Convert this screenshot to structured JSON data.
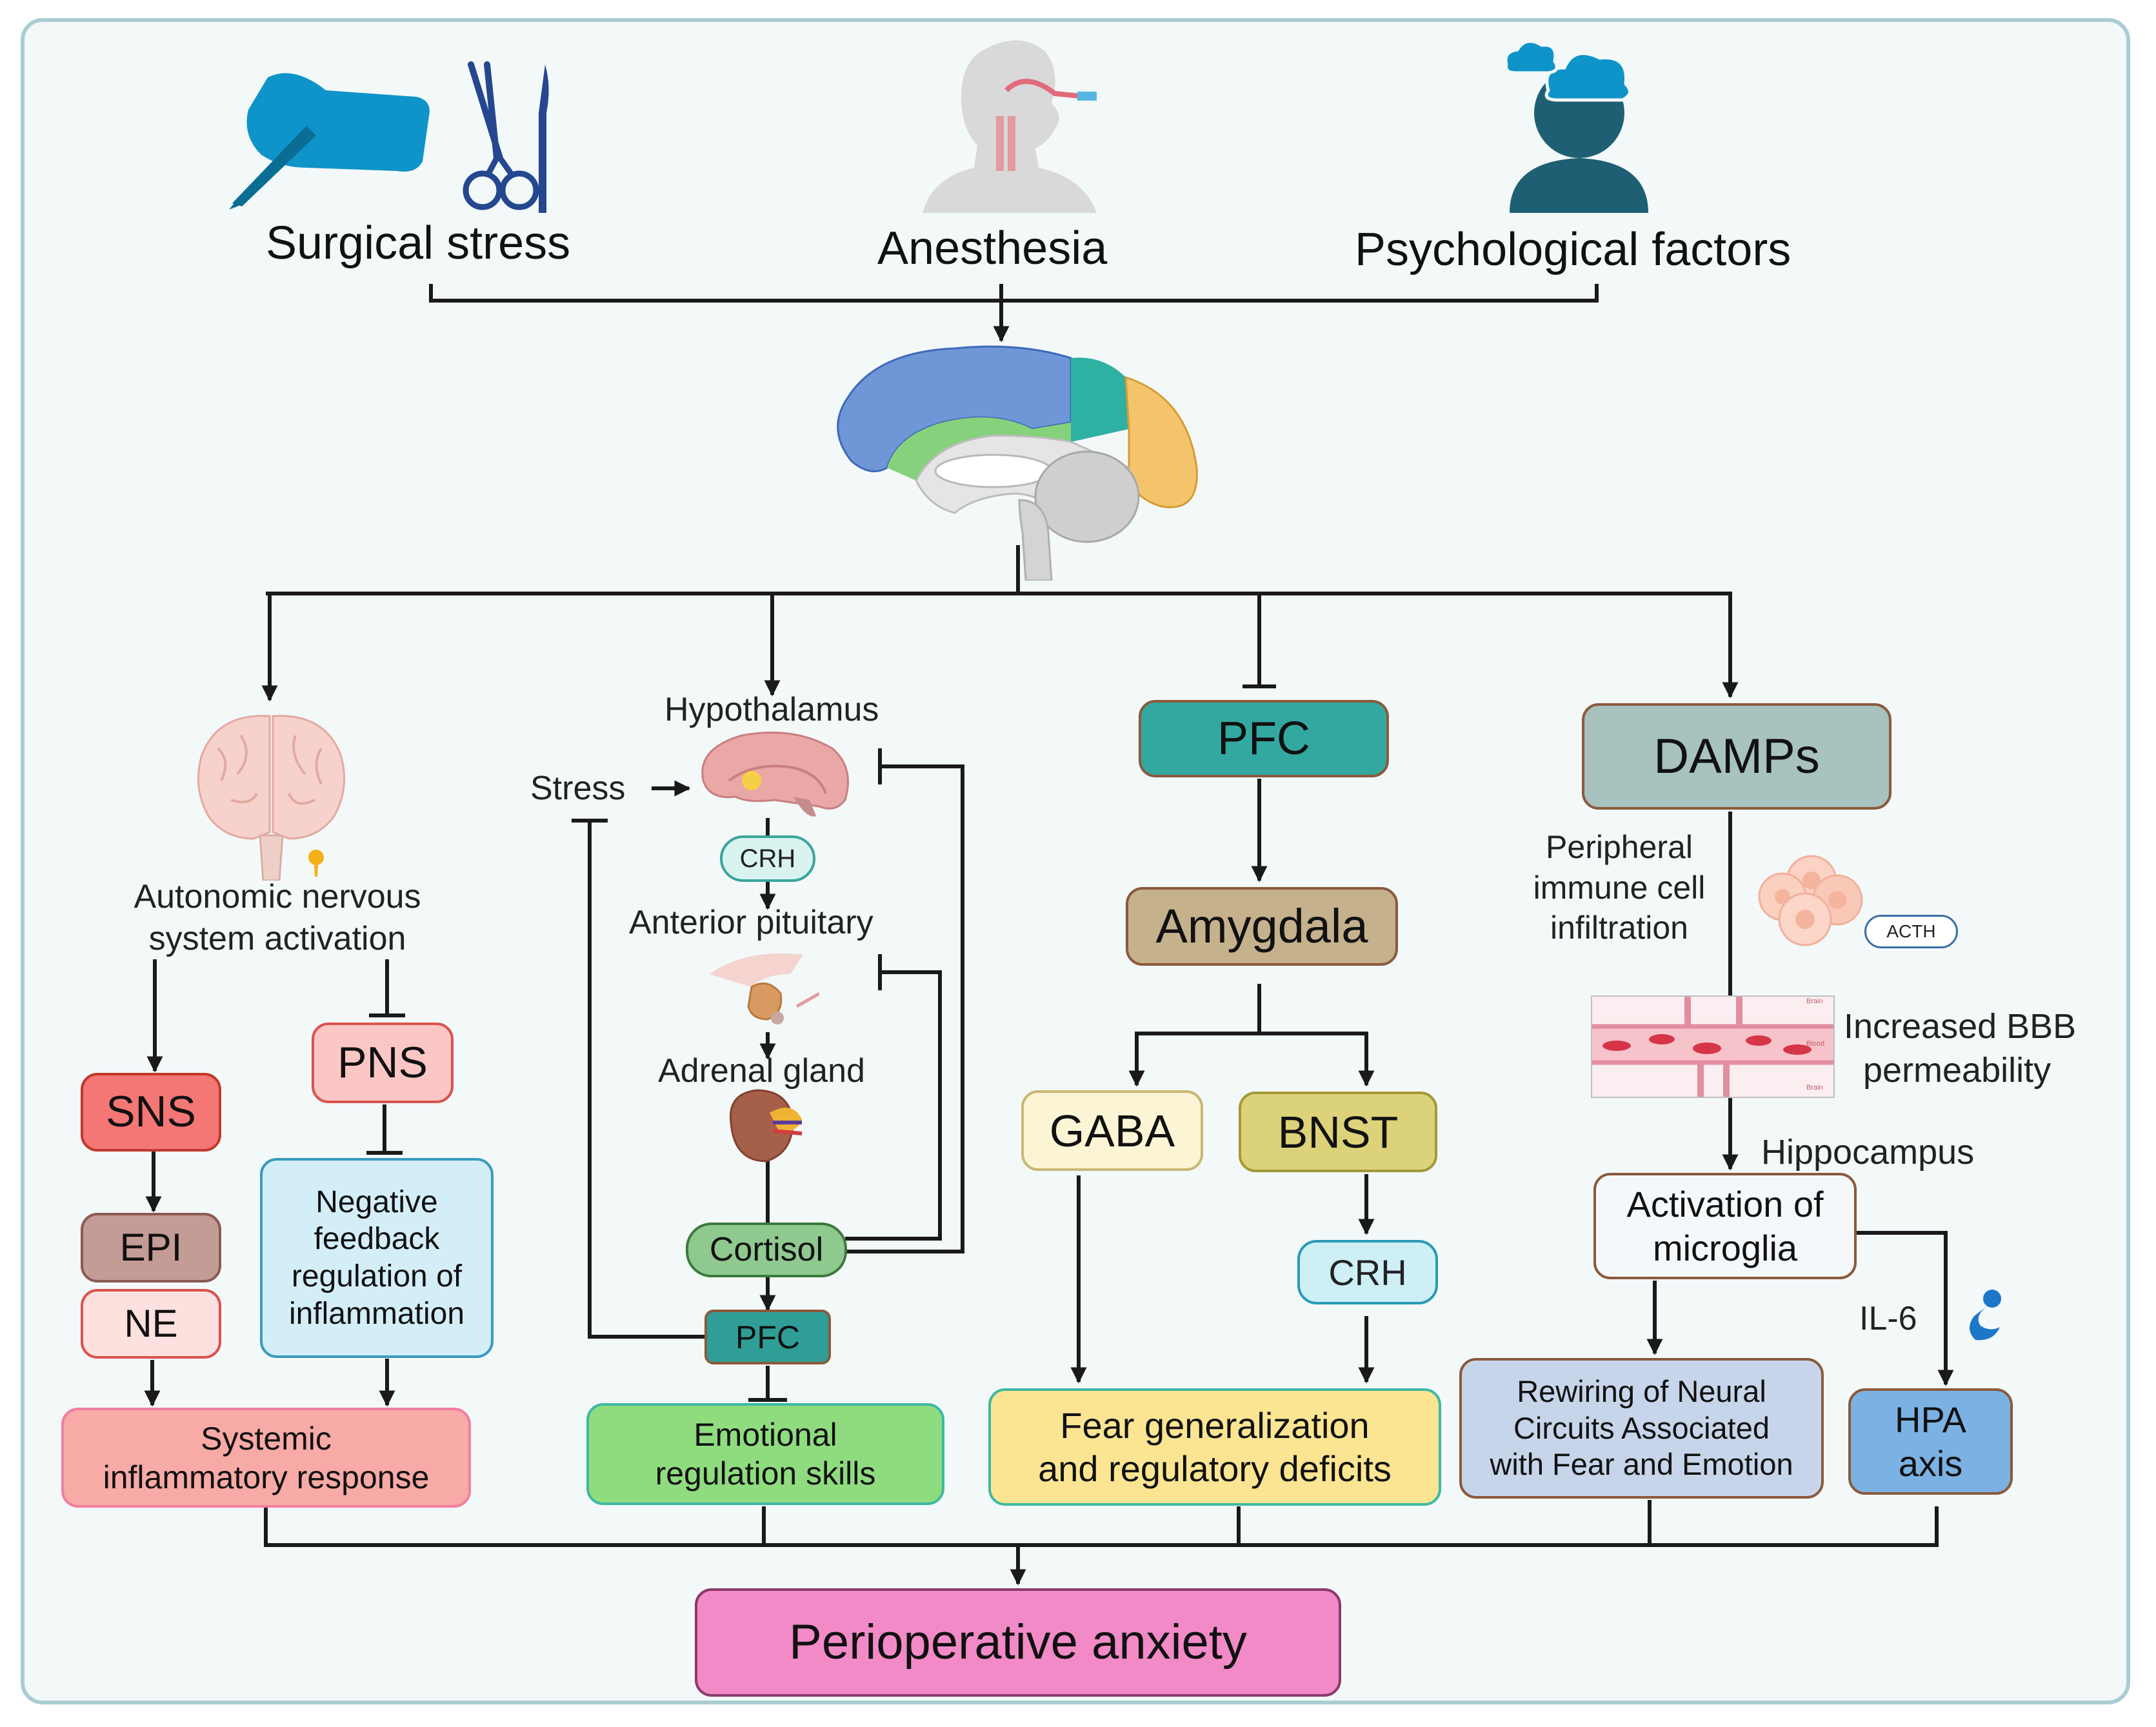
{
  "sources": {
    "surgical": "Surgical stress",
    "anesthesia": "Anesthesia",
    "psychological": "Psychological factors"
  },
  "autonomic": {
    "label_line1": "Autonomic nervous",
    "label_line2": "system activation",
    "sns": "SNS",
    "pns": "PNS",
    "epi": "EPI",
    "ne": "NE",
    "negative_feedback": [
      "Negative",
      "feedback",
      "regulation of",
      "inflammation"
    ],
    "systemic": [
      "Systemic",
      "inflammatory response"
    ]
  },
  "hpa": {
    "hypothalamus": "Hypothalamus",
    "stress": "Stress",
    "crh": "CRH",
    "anterior_pituitary": "Anterior pituitary",
    "adrenal": "Adrenal gland",
    "cortisol": "Cortisol",
    "pfc": "PFC",
    "emotional": [
      "Emotional",
      "regulation skills"
    ]
  },
  "pfc_branch": {
    "pfc": "PFC",
    "amygdala": "Amygdala",
    "gaba": "GABA",
    "bnst": "BNST",
    "crh": "CRH",
    "fear": [
      "Fear generalization",
      "and regulatory deficits"
    ]
  },
  "damps": {
    "damps": "DAMPs",
    "peripheral": [
      "Peripheral",
      "immune cell",
      "infiltration"
    ],
    "acth": "ACTH",
    "bbb": [
      "Increased BBB",
      "permeability"
    ],
    "hippocampus": "Hippocampus",
    "microglia": [
      "Activation of",
      "microglia"
    ],
    "il6": "IL-6",
    "rewiring": [
      "Rewiring of Neural",
      "Circuits Associated",
      "with Fear and Emotion"
    ],
    "hpa_axis": [
      "HPA",
      "axis"
    ],
    "vessel_labels": [
      "Brain",
      "Blood",
      "Brain"
    ]
  },
  "outcome": "Perioperative anxiety",
  "colors": {
    "frame": "#a9cdd3",
    "background": "#f3f8f9",
    "sns": "#f47775",
    "pns": "#fbc7c5",
    "epi": "#c39c96",
    "ne": "#fde1df",
    "negative_feedback": "#d4eef8",
    "systemic": "#f8aaa6",
    "cortisol": "#8fc98f",
    "pfc_small": "#2f9e97",
    "emotional": "#8fdc7f",
    "pfc": "#33a8a0",
    "amygdala": "#c6b18d",
    "gaba": "#fbf5d6",
    "bnst": "#dcd27a",
    "crh_right": "#cdeff5",
    "fear": "#fbe592",
    "damps": "#a7c2bf",
    "microglia": "#f5f8fb",
    "rewiring": "#c7d5ea",
    "hpa_axis": "#7cb2e3",
    "outcome": "#f28ac7",
    "icon_blue": "#0e94c9",
    "person": "#1f5f73"
  },
  "icons": [
    "scalpel-hand-icon",
    "scissors-icon",
    "scalpel-icon",
    "intubated-head-icon",
    "person-with-clouds-icon",
    "sagittal-brain-icon",
    "brain-front-icon",
    "hypothalamus-brain-icon",
    "pituitary-icon",
    "adrenal-gland-icon",
    "immune-cells-icon",
    "blood-vessel-icon",
    "il6-protein-icon"
  ]
}
